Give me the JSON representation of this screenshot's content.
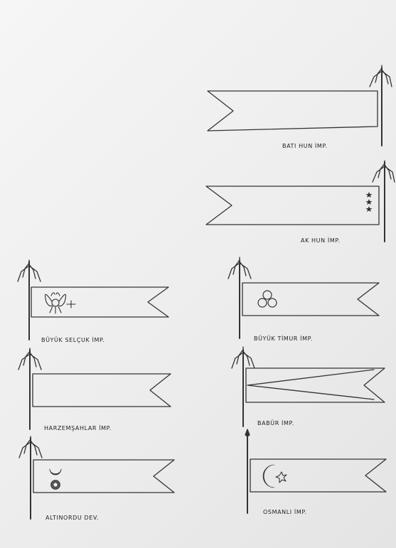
{
  "flags": [
    {
      "id": "bati-hun",
      "label": "BATI HUN İMP."
    },
    {
      "id": "ak-hun",
      "label": "AK HUN İMP."
    },
    {
      "id": "buyuk-selcuk",
      "label": "BÜYÜK SELÇUK İMP."
    },
    {
      "id": "buyuk-timur",
      "label": "BÜYÜK TİMUR İMP."
    },
    {
      "id": "harzemsahlar",
      "label": "HARZEMŞAHLAR İMP."
    },
    {
      "id": "babur",
      "label": "BABÜR İMP."
    },
    {
      "id": "altinordu",
      "label": "ALTINORDU DEV."
    },
    {
      "id": "osmanli",
      "label": "OSMANLI İMP."
    }
  ],
  "colors": {
    "ink": "#333333",
    "paper": "#efefef"
  }
}
